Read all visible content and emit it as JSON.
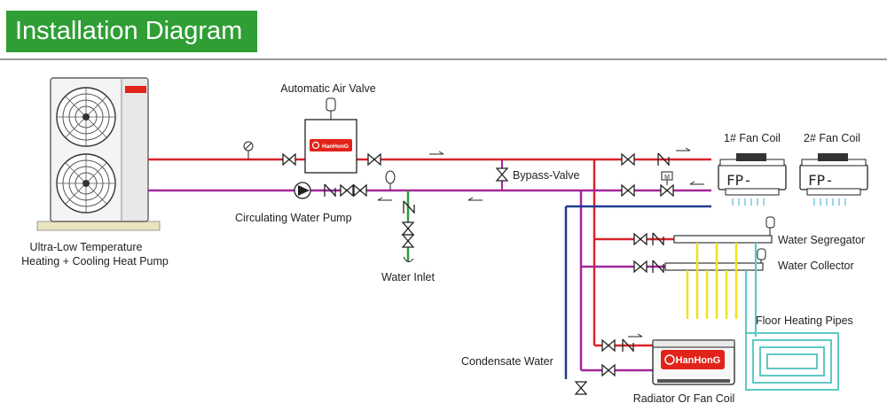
{
  "header": {
    "title": "Installation Diagram"
  },
  "brand": {
    "name": "HanHonG",
    "mark_color": "#e2231a"
  },
  "colors": {
    "title_bg": "#2f9e35",
    "hot_supply": "#d8232a",
    "return": "#a3279b",
    "condensate": "#1f3c8f",
    "water_inlet": "#2e9d3a",
    "floor_loop": "#5fc8c4",
    "floor_yellow": "#f0e21c"
  },
  "labels": {
    "heat_pump_line1": "Ultra-Low Temperature",
    "heat_pump_line2": "Heating + Cooling Heat Pump",
    "automatic_air_valve": "Automatic Air Valve",
    "circulating_pump": "Circulating Water Pump",
    "water_inlet": "Water Inlet",
    "bypass_valve": "Bypass-Valve",
    "fan_coil_1": "1# Fan Coil",
    "fan_coil_2": "2# Fan Coil",
    "fan_coil_display": "FP-",
    "water_segregator": "Water Segregator",
    "water_collector": "Water Collector",
    "floor_heating_pipes": "Floor Heating Pipes",
    "condensate_water": "Condensate Water",
    "radiator_fan_coil": "Radiator Or Fan Coil",
    "motor_valve_mark": "M"
  },
  "icons": [
    "fan-icon",
    "gate-valve-icon",
    "check-valve-icon",
    "y-strainer-icon",
    "pump-icon",
    "pressure-gauge-icon",
    "air-vent-icon",
    "flow-arrow-icon",
    "drain-valve-icon"
  ]
}
